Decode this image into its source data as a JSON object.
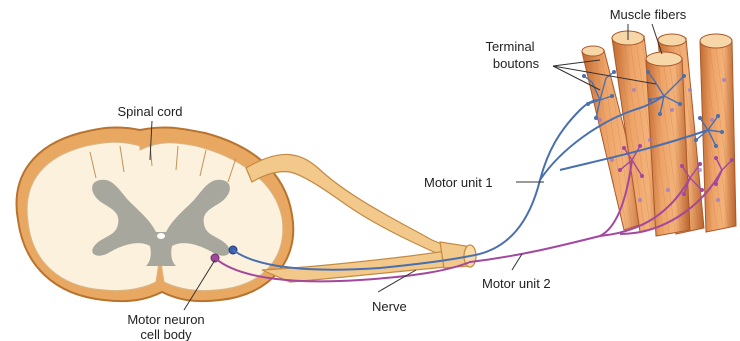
{
  "labels": {
    "spinal_cord": "Spinal cord",
    "muscle_fibers": "Muscle fibers",
    "terminal_boutons_line1": "Terminal",
    "terminal_boutons_line2": "boutons",
    "motor_unit_1": "Motor unit 1",
    "motor_unit_2": "Motor unit 2",
    "nerve": "Nerve",
    "motor_neuron_line1": "Motor neuron",
    "motor_neuron_line2": "cell body"
  },
  "colors": {
    "cord_outer": "#e8a862",
    "cord_rim": "#b8732e",
    "white_matter": "#fbf1dc",
    "gray_matter": "#a7a79d",
    "nerve_fill": "#f2c98a",
    "muscle_fill": "#e79a5e",
    "muscle_dark": "#b8652e",
    "muscle_end": "#f7d6a8",
    "motor_unit_1": "#4a6fb0",
    "motor_unit_2": "#a3479f",
    "label_text": "#222222",
    "leader_line": "#333333"
  }
}
